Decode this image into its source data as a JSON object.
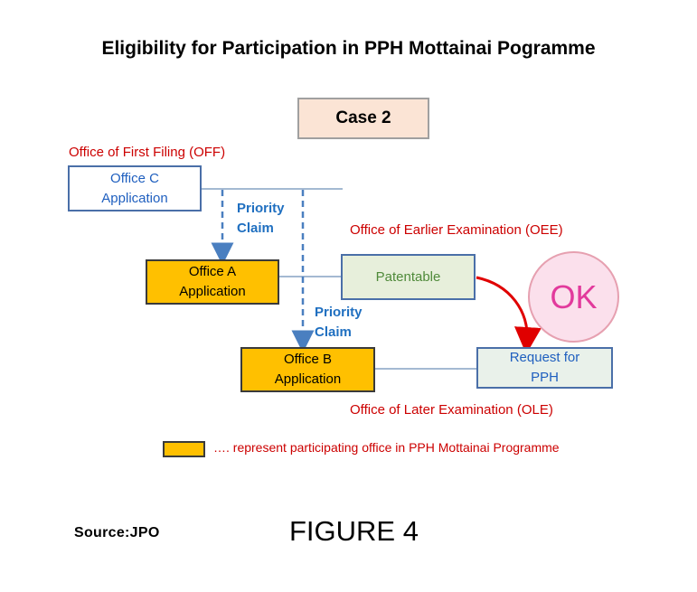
{
  "title": "Eligibility for Participation in PPH Mottainai Pogramme",
  "case_label": "Case  2",
  "labels": {
    "off": "Office of First Filing (OFF)",
    "oee": "Office of Earlier Examination (OEE)",
    "ole": "Office of Later Examination (OLE)"
  },
  "boxes": {
    "office_c": {
      "line1": "Office  C",
      "line2": "Application"
    },
    "office_a": {
      "line1": "Office  A",
      "line2": "Application"
    },
    "office_b": {
      "line1": "Office  B",
      "line2": "Application"
    },
    "patentable": "Patentable",
    "request": {
      "line1": "Request for",
      "line2": "PPH"
    }
  },
  "priority_claim_1": {
    "line1": "Priority",
    "line2": "Claim"
  },
  "priority_claim_2": {
    "line1": "Priority",
    "line2": "Claim"
  },
  "ok_badge": "OK",
  "legend_text": "…. represent participating office in PPH Mottainai Programme",
  "source": "Source:JPO",
  "figure_label": "FIGURE 4",
  "colors": {
    "participating_fill": "#ffc000",
    "red_text": "#cc0000",
    "blue_text": "#1f6fc0",
    "ok_text": "#e23a9c"
  }
}
